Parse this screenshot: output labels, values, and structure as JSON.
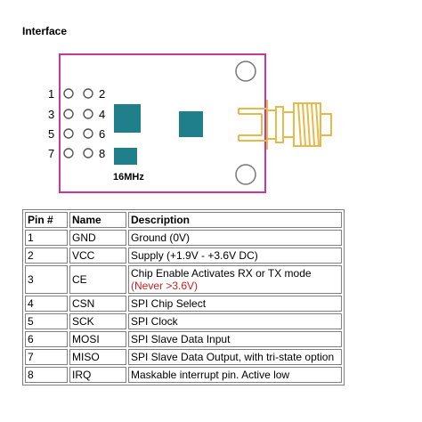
{
  "heading": "Interface",
  "module": {
    "pin_labels": [
      "1",
      "2",
      "3",
      "4",
      "5",
      "6",
      "7",
      "8"
    ],
    "crystal_label": "16MHz",
    "colors": {
      "board_outline": "#c7379c",
      "chip": "#1f7f8a",
      "antenna": "#e8b84a"
    }
  },
  "table": {
    "headers": [
      "Pin #",
      "Name",
      "Description"
    ],
    "rows": [
      {
        "pin": "1",
        "name": "GND",
        "description": "Ground (0V)",
        "note": ""
      },
      {
        "pin": "2",
        "name": "VCC",
        "description": "Supply (+1.9V - +3.6V DC)",
        "note": ""
      },
      {
        "pin": "3",
        "name": "CE",
        "description": "Chip Enable Activates RX or TX mode",
        "note": "(Never >3.6V)"
      },
      {
        "pin": "4",
        "name": "CSN",
        "description": "SPI Chip Select",
        "note": ""
      },
      {
        "pin": "5",
        "name": "SCK",
        "description": "SPI Clock",
        "note": ""
      },
      {
        "pin": "6",
        "name": "MOSI",
        "description": "SPI Slave Data Input",
        "note": ""
      },
      {
        "pin": "7",
        "name": "MISO",
        "description": "SPI Slave Data Output, with tri-state option",
        "note": ""
      },
      {
        "pin": "8",
        "name": "IRQ",
        "description": "Maskable interrupt pin. Active low",
        "note": ""
      }
    ]
  }
}
